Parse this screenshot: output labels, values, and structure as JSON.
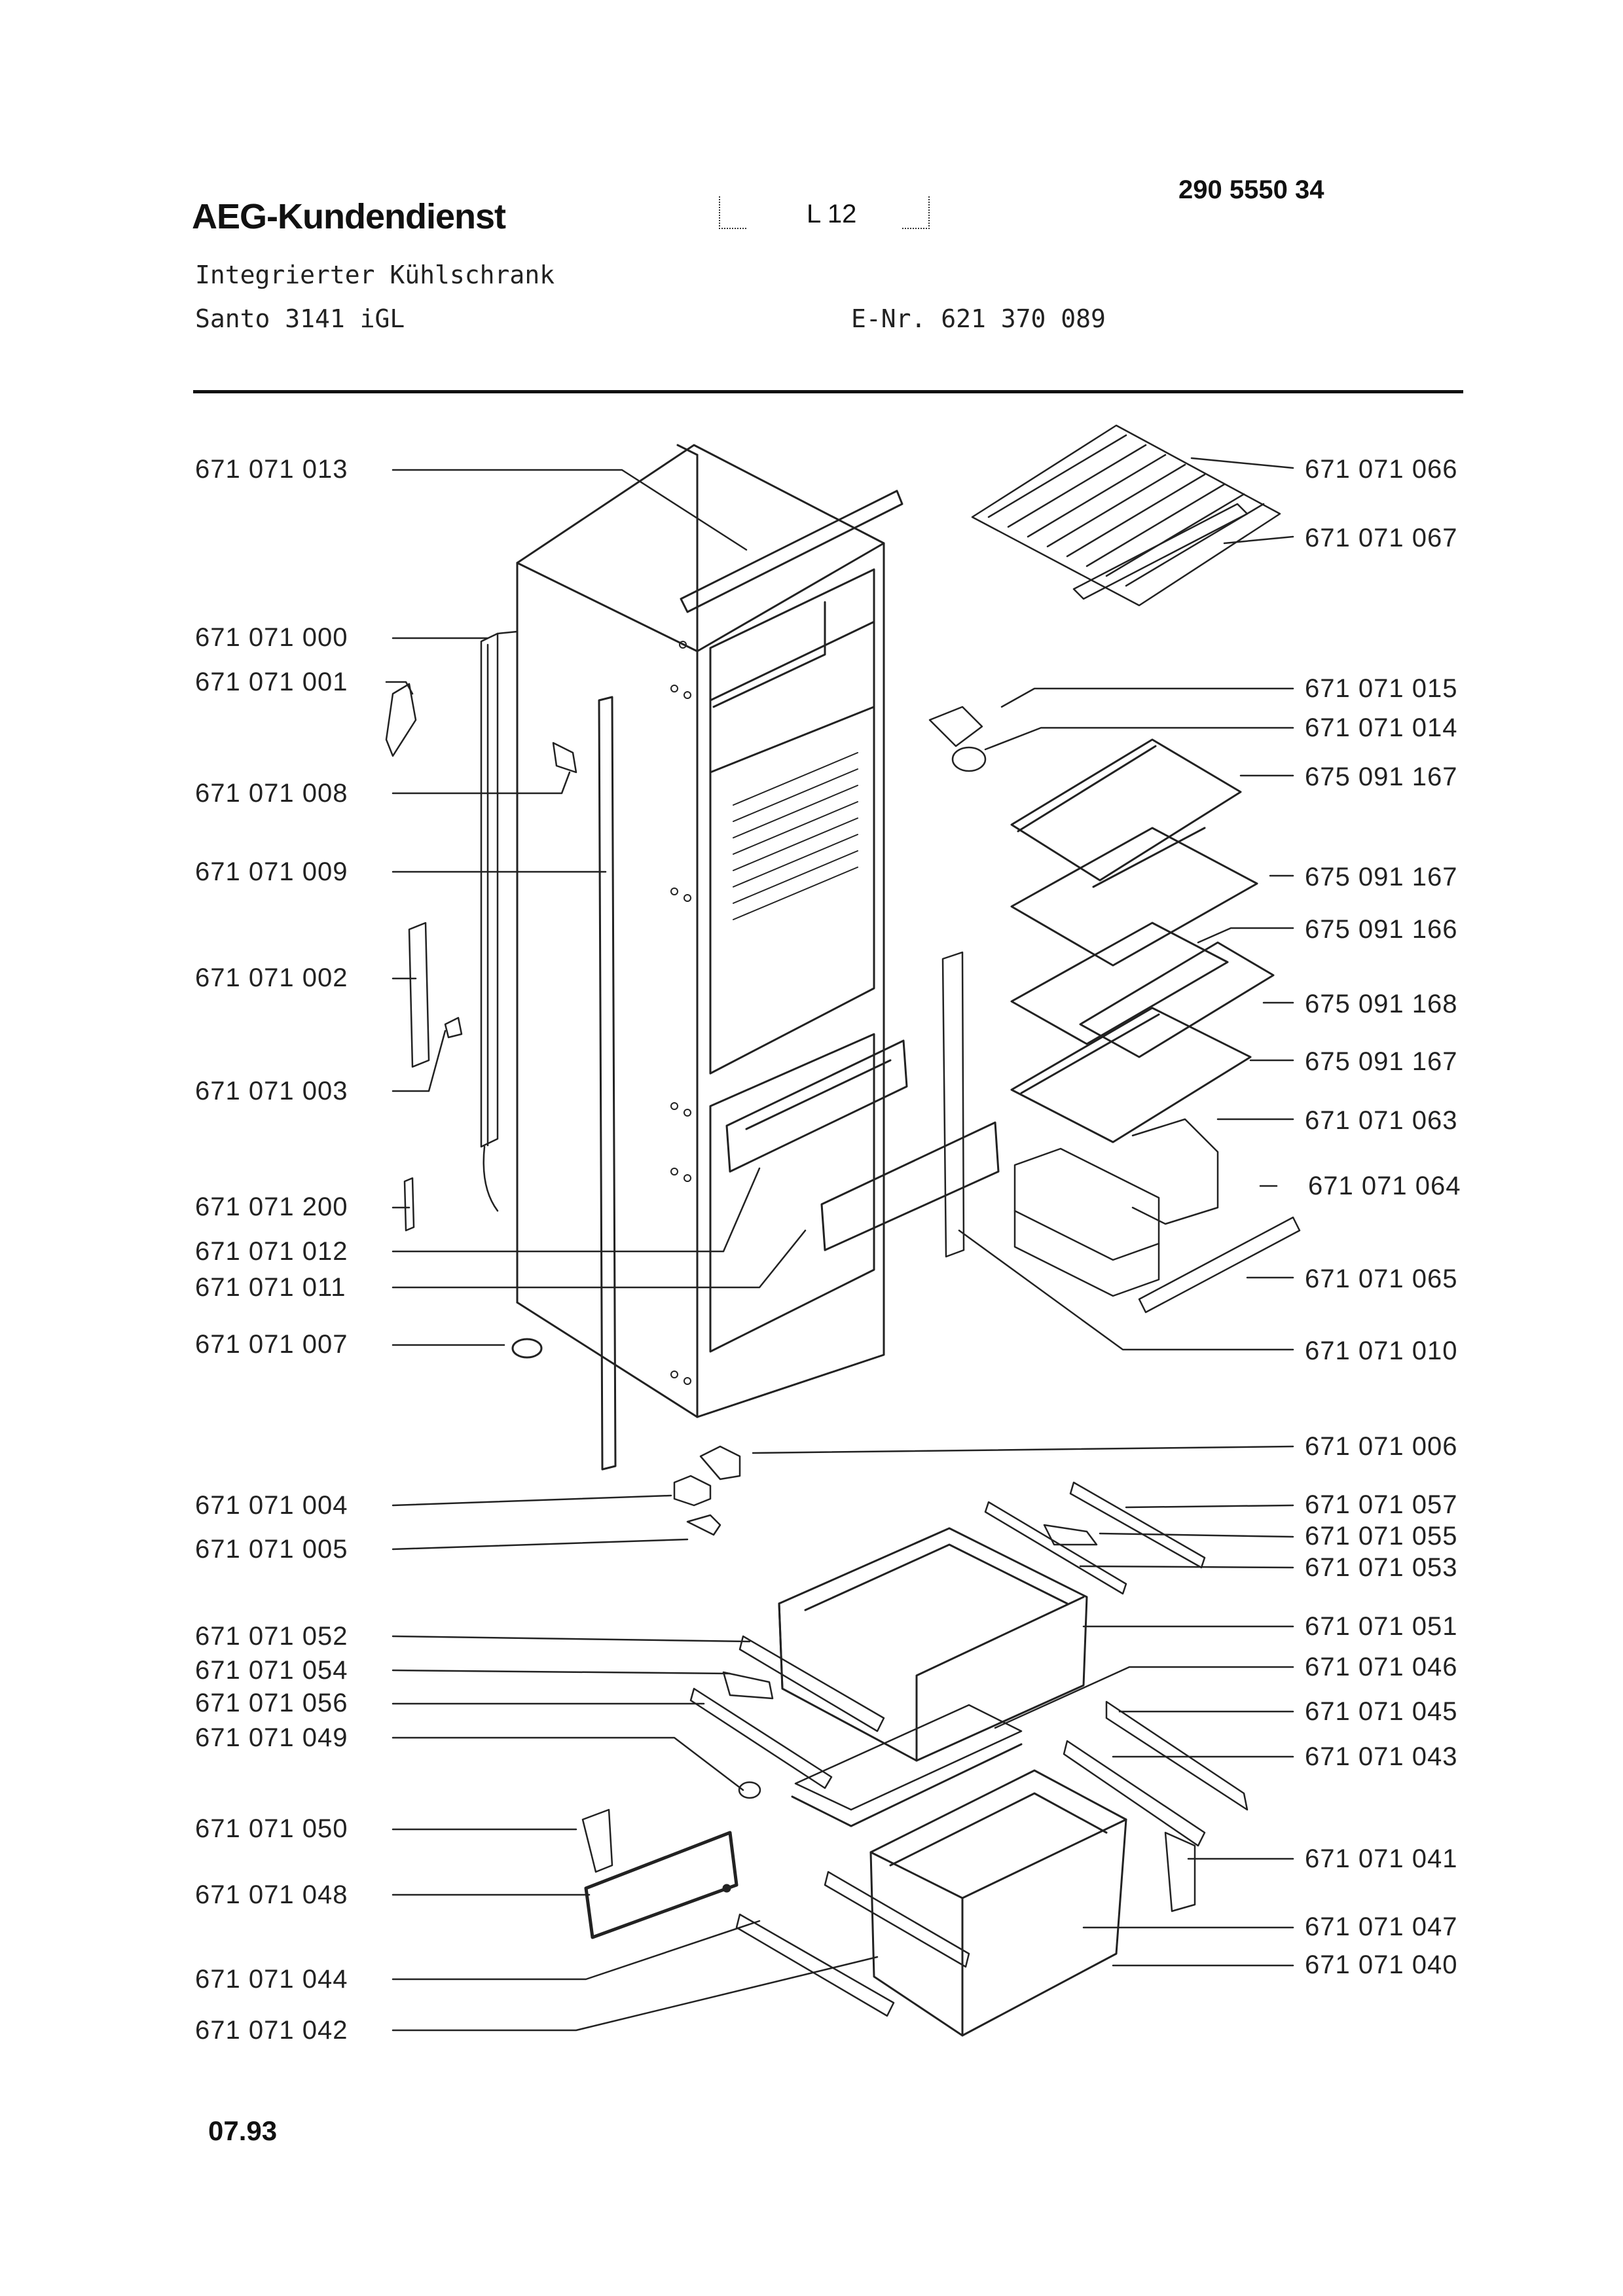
{
  "header": {
    "brand": "AEG-Kundendienst",
    "document_number": "290 5550 34",
    "code": "L 12",
    "product_type": "Integrierter Kühlschrank",
    "model": "Santo 3141 iGL",
    "e_number": "E-Nr. 621 370 089"
  },
  "left_parts": [
    "671 071 013",
    "671 071 000",
    "671 071 001",
    "671 071 008",
    "671 071 009",
    "671 071 002",
    "671 071 003",
    "671 071 200",
    "671 071 012",
    "671 071 011",
    "671 071 007",
    "671 071 004",
    "671 071 005",
    "671 071 052",
    "671 071 054",
    "671 071 056",
    "671 071 049",
    "671 071 050",
    "671 071 048",
    "671 071 044",
    "671 071 042"
  ],
  "right_parts": [
    "671 071 066",
    "671 071 067",
    "671 071 015",
    "671 071 014",
    "675 091 167",
    "675 091 167",
    "675 091 166",
    "675 091 168",
    "675 091 167",
    "671 071 063",
    "671 071 064",
    "671 071 065",
    "671 071 010",
    "671 071 006",
    "671 071 057",
    "671 071 055",
    "671 071 053",
    "671 071 051",
    "671 071 046",
    "671 071 045",
    "671 071 043",
    "671 071 041",
    "671 071 047",
    "671 071 040"
  ],
  "footer": {
    "date": "07.93"
  },
  "colors": {
    "ink": "#222222",
    "background": "#ffffff"
  }
}
